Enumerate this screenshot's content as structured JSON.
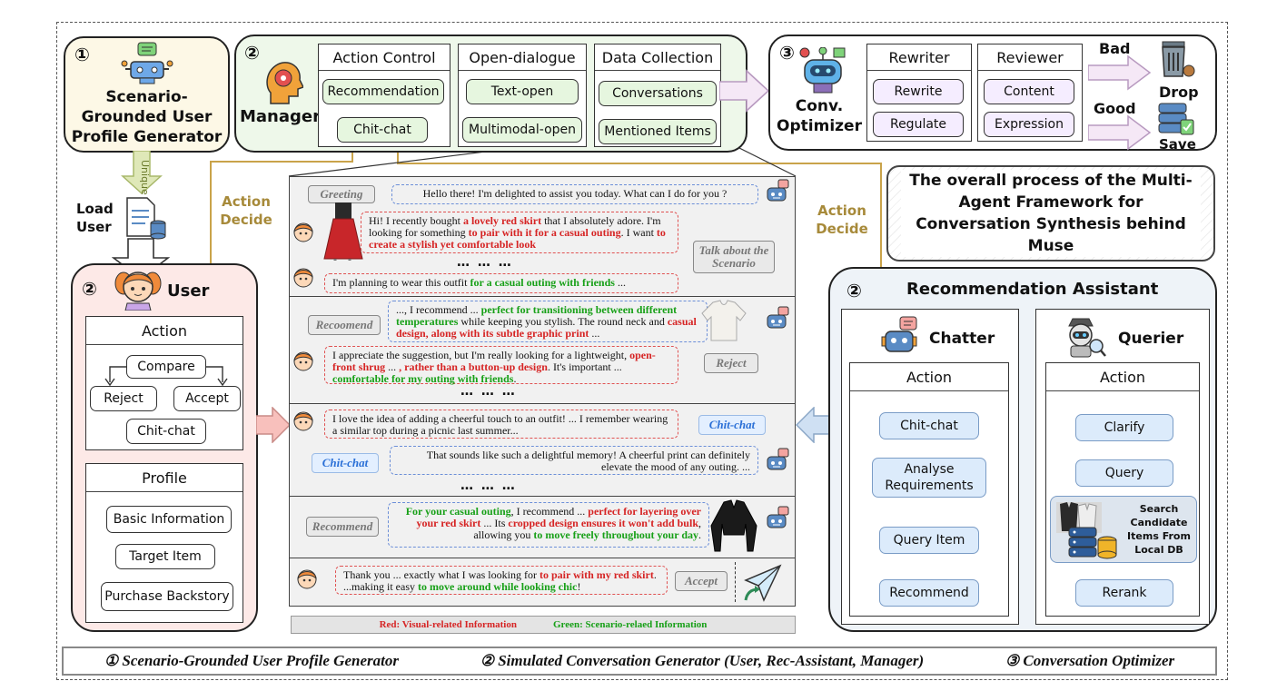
{
  "generator": {
    "num": "①",
    "title": "Scenario-Grounded User Profile Generator",
    "unique": "Unique",
    "load_user": "Load User"
  },
  "manager": {
    "num": "②",
    "title": "Manager",
    "action_control": {
      "header": "Action Control",
      "items": [
        "Recommendation",
        "Chit-chat"
      ]
    },
    "open_dialogue": {
      "header": "Open-dialogue",
      "items": [
        "Text-open",
        "Multimodal-open"
      ]
    },
    "data_collection": {
      "header": "Data Collection",
      "items": [
        "Conversations",
        "Mentioned Items"
      ]
    }
  },
  "optimizer": {
    "num": "③",
    "title": "Conv. Optimizer",
    "rewriter": {
      "header": "Rewriter",
      "items": [
        "Rewrite",
        "Regulate"
      ]
    },
    "reviewer": {
      "header": "Reviewer",
      "items": [
        "Content",
        "Expression"
      ]
    },
    "bad": "Bad",
    "good": "Good",
    "drop": "Drop",
    "save": "Save"
  },
  "action_decide_left": "Action Decide",
  "action_decide_right": "Action Decide",
  "headline": "The overall process of the Multi-Agent Framework for Conversation Synthesis behind Muse",
  "user": {
    "num": "②",
    "title": "User",
    "action_header": "Action",
    "actions": {
      "compare": "Compare",
      "reject": "Reject",
      "accept": "Accept",
      "chitchat": "Chit-chat"
    },
    "profile_header": "Profile",
    "profile_items": [
      "Basic Information",
      "Target Item",
      "Purchase Backstory"
    ]
  },
  "assistant": {
    "num": "②",
    "title": "Recommendation Assistant",
    "chatter": {
      "title": "Chatter",
      "action_header": "Action",
      "items": [
        "Chit-chat",
        "Analyse Requirements",
        "Query Item",
        "Recommend"
      ]
    },
    "querier": {
      "title": "Querier",
      "action_header": "Action",
      "items": [
        "Clarify",
        "Query",
        "Rerank"
      ],
      "search_text": "Search Candidate Items From Local DB"
    }
  },
  "conversation": {
    "tags": {
      "greeting": "Greeting",
      "talk_about": "Talk about the Scenario",
      "recoomend": "Recoomend",
      "reject": "Reject",
      "chitchat_user": "Chit-chat",
      "chitchat_bot": "Chit-chat",
      "recommend": "Recommend",
      "accept": "Accept"
    },
    "dots": "…  …  …",
    "greeting_msg": "Hello there! I'm delighted to assist you today.  What can I do for you ?",
    "u1": {
      "a": "Hi! I recently bought ",
      "b": "a lovely red skirt",
      "c": " that I absolutely adore. I'm looking for something ",
      "d": "to pair with it for a casual outing",
      "e": ". I want ",
      "f": "to create a stylish yet comfortable look"
    },
    "u2": {
      "a": "I'm planning to wear this outfit ",
      "b": "for a casual outing with friends",
      "c": " ..."
    },
    "b1": {
      "a": "...,  I recommend ... ",
      "b": "perfect for transitioning between different temperatures",
      "c": " while keeping you stylish. The round neck and ",
      "d": "casual design, along with its subtle graphic print",
      "e": " ..."
    },
    "u3": {
      "a": "I appreciate the suggestion, but I'm really looking for a lightweight, ",
      "b": "open-front shrug",
      "c": " ... ",
      "d": ", rather than a button-up design",
      "e": ". It's important ... ",
      "f": "comfortable for my outing with friends",
      "g": "."
    },
    "u4": "I love the idea of adding a cheerful touch to an outfit! ... I remember wearing a similar top during a picnic last summer...",
    "b2": "That sounds like such a delightful memory! A cheerful print can definitely elevate the mood of any outing.  ...",
    "b3": {
      "a": "For your casual outing",
      "b": ", I recommend ...  ",
      "c": "perfect for layering over your red skirt",
      "d": " ... Its ",
      "e": "cropped design ensures it won't add bulk",
      "f": ", allowing you ",
      "g": "to move freely throughout your day",
      "h": "."
    },
    "u5": {
      "a": "Thank you ... exactly what I was looking for ",
      "b": "to pair with my red skirt",
      "c": ". ...making it easy ",
      "d": "to move around while looking chic",
      "e": "!"
    }
  },
  "legend": {
    "red": "Red: Visual-related Information",
    "green": "Green: Scenario-relaed Information"
  },
  "footer": {
    "f1": "① Scenario-Grounded User Profile Generator",
    "f2": "② Simulated Conversation Generator (User, Rec-Assistant, Manager)",
    "f3": "③ Conversation Optimizer"
  },
  "colors": {
    "gen_bg": "#fdf8e6",
    "mgr_bg": "#eef8ea",
    "user_bg": "#fde9e7",
    "asst_bg": "#eef3f8",
    "red": "#d62424",
    "green": "#17a017",
    "gold": "#c9a34a"
  }
}
